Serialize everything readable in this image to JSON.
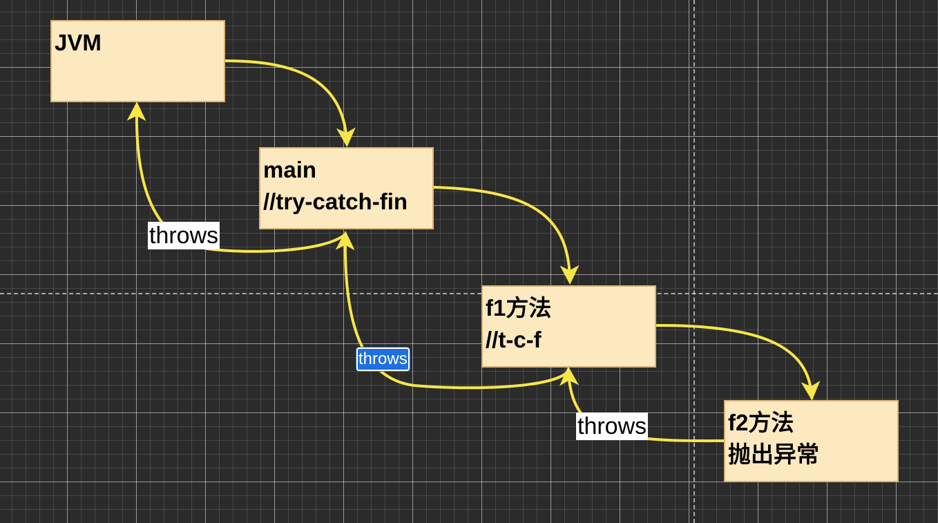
{
  "canvas": {
    "background": "#2b2b2b",
    "grid_color": "#ffffff"
  },
  "colors": {
    "node_fill": "#fde9c0",
    "node_border": "#d8b477",
    "connector": "#f6e64a",
    "label_selected_bg": "#1e6fe0"
  },
  "nodes": {
    "jvm": {
      "line1": "JVM"
    },
    "main": {
      "line1": "main",
      "line2": "//try-catch-fin"
    },
    "f1": {
      "line1": "f1方法",
      "line2": "//t-c-f"
    },
    "f2": {
      "line1": "f2方法",
      "line2": "抛出异常"
    }
  },
  "labels": {
    "main_to_jvm": "throws",
    "f1_to_main": "throws",
    "f2_to_f1": "throws"
  },
  "diagram": {
    "calls": [
      {
        "from": "JVM",
        "to": "main"
      },
      {
        "from": "main",
        "to": "f1方法"
      },
      {
        "from": "f1方法",
        "to": "f2方法"
      }
    ],
    "throws": [
      {
        "from": "main",
        "to": "JVM",
        "label": "throws"
      },
      {
        "from": "f1方法",
        "to": "main",
        "label": "throws",
        "selected": true
      },
      {
        "from": "f2方法",
        "to": "f1方法",
        "label": "throws"
      }
    ]
  }
}
